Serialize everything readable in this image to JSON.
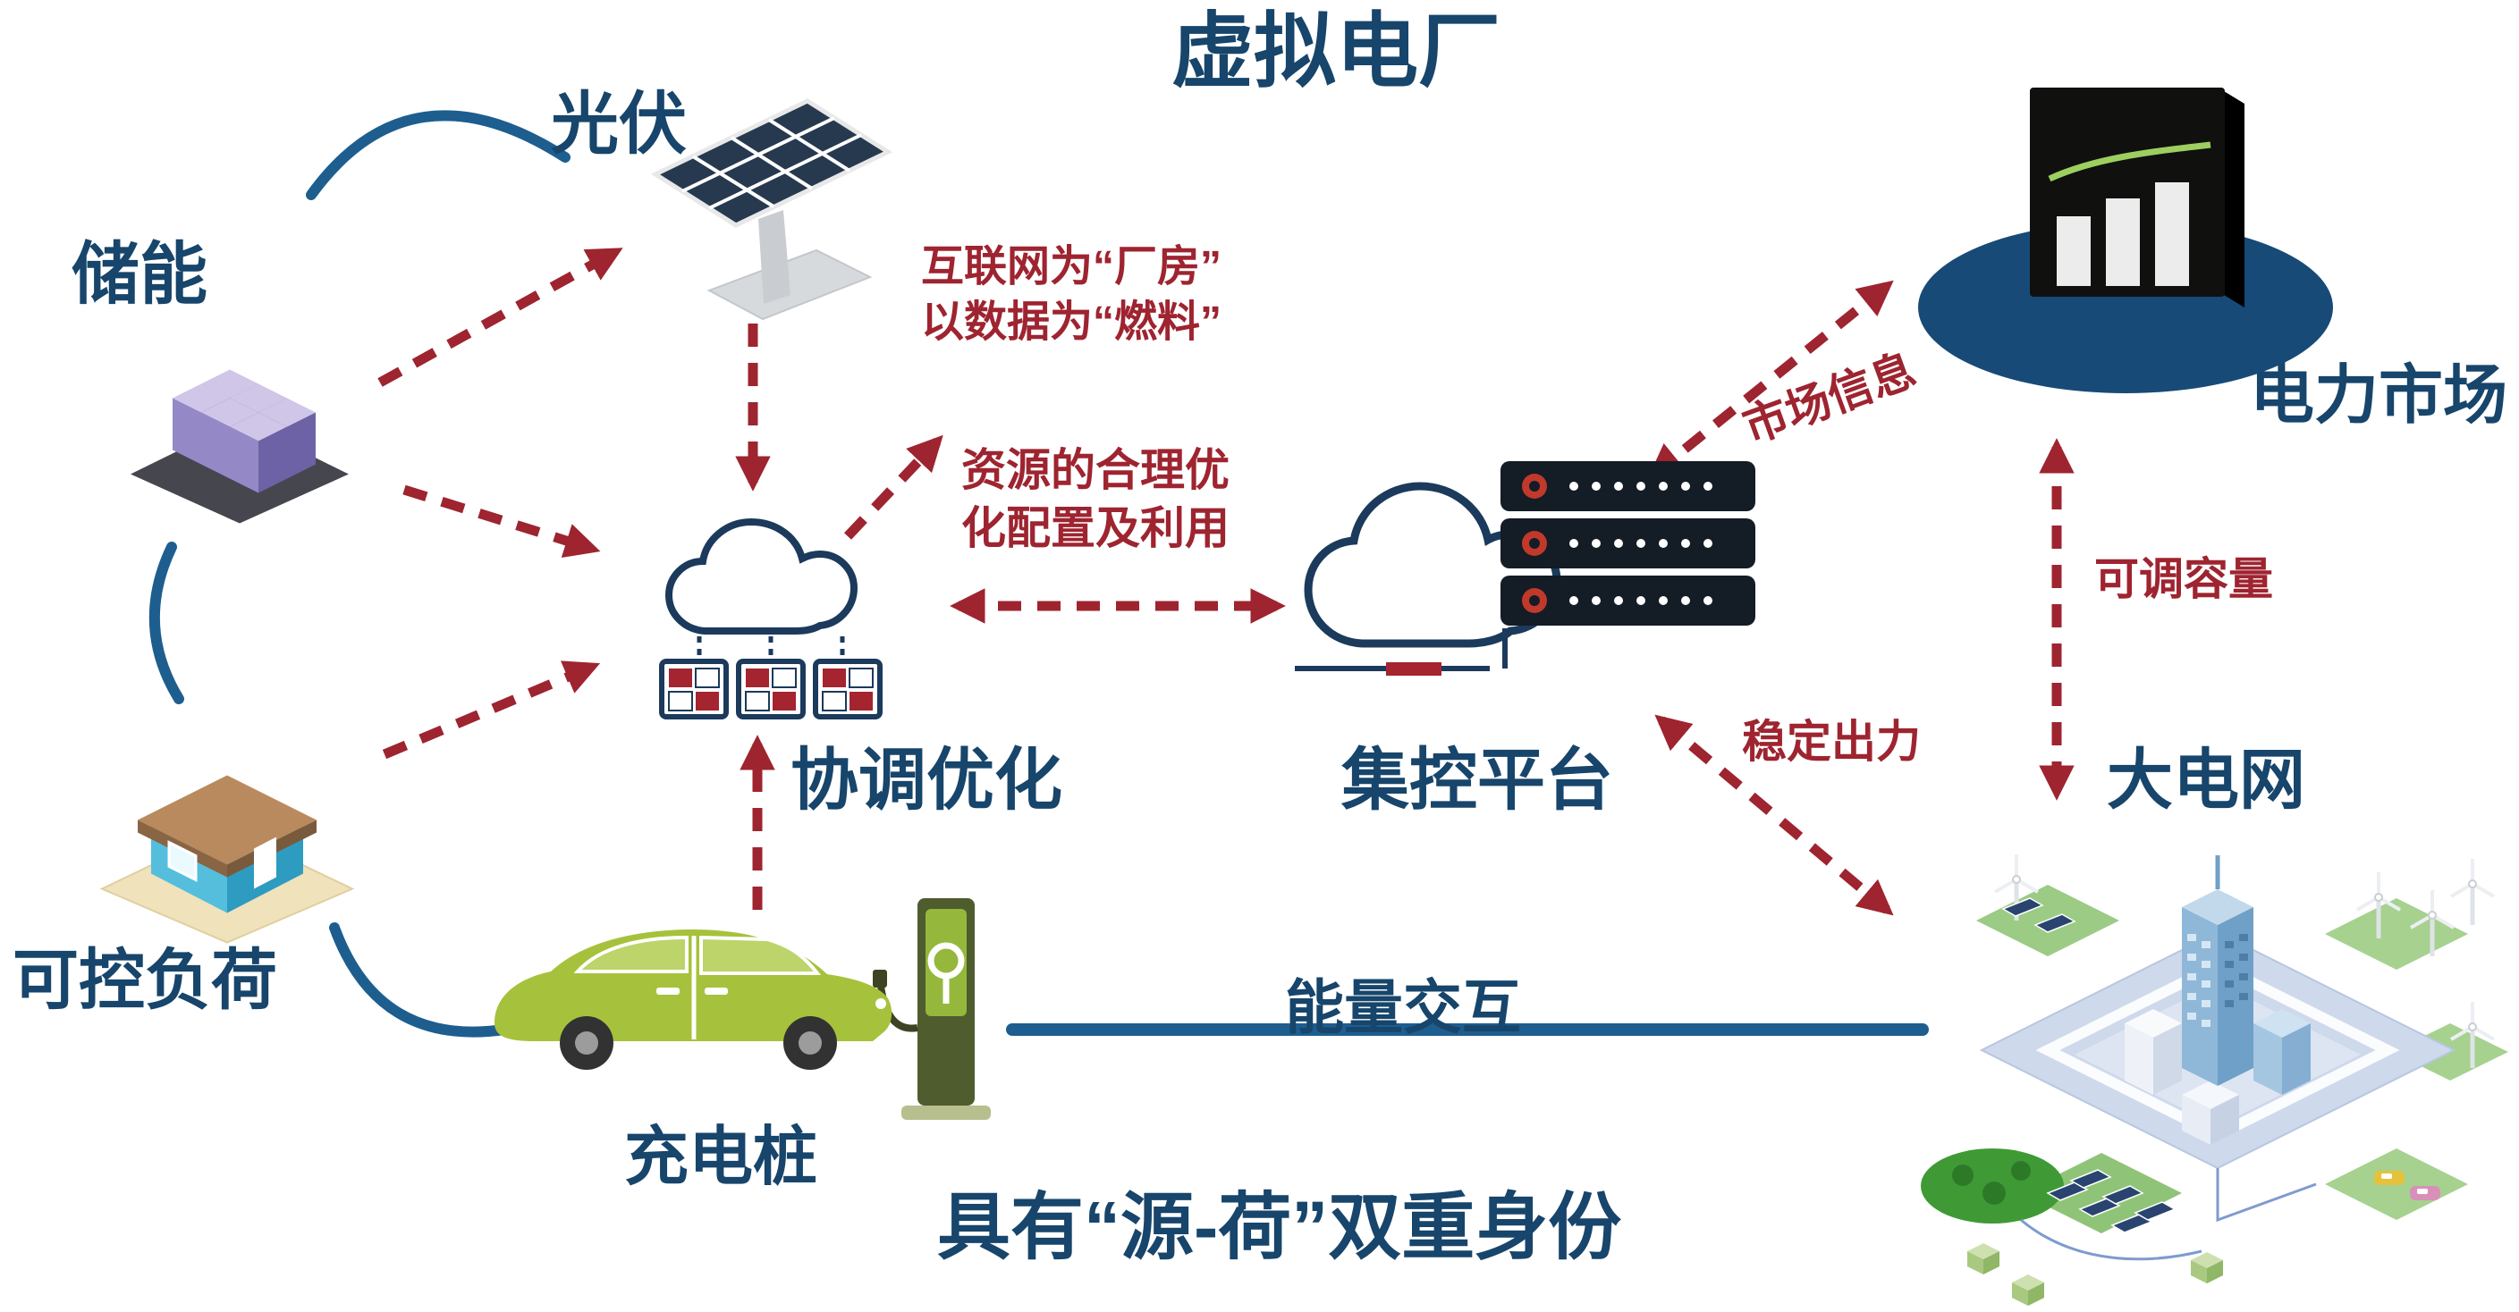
{
  "title": "虚拟电厂",
  "colors": {
    "title_navy": "#17456b",
    "annotation_red": "#9e2430",
    "line_blue": "#1d5e8f"
  },
  "nodes": {
    "pv": {
      "label": "光伏"
    },
    "storage": {
      "label": "储能"
    },
    "controllable_load": {
      "label": "可控负荷"
    },
    "charging_pile": {
      "label": "充电桩"
    },
    "coordination": {
      "label": "协调优化"
    },
    "control_platform": {
      "label": "集控平台"
    },
    "power_market": {
      "label": "电力市场"
    },
    "main_grid": {
      "label": "大电网"
    }
  },
  "annotations": {
    "internet_line1": "互联网为“厂房”",
    "internet_line2": "以数据为“燃料”",
    "resource_line1": "资源的合理优",
    "resource_line2": "化配置及利用",
    "market_info": "市场信息",
    "adjustable_capacity": "可调容量",
    "stable_output": "稳定出力",
    "energy_exchange": "能量交互",
    "dual_identity": "具有“源-荷”双重身份"
  }
}
